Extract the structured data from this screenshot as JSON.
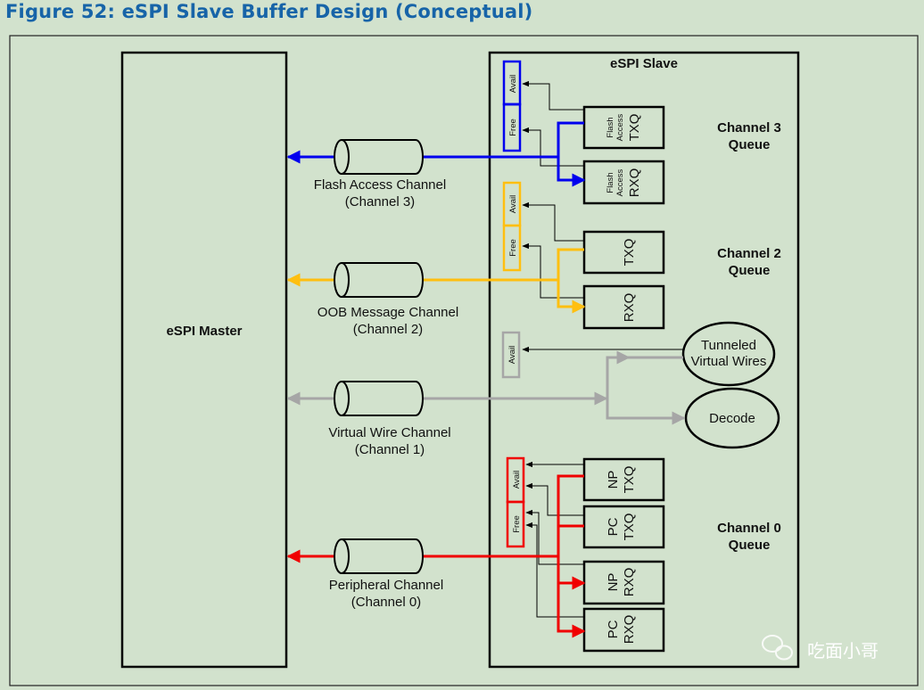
{
  "figure_title": "Figure 52: eSPI Slave Buffer Design (Conceptual)",
  "master_label": "eSPI Master",
  "slave_label": "eSPI Slave",
  "channels": [
    {
      "name": "Flash Access Channel",
      "number": "(Channel 3)",
      "color": "#0000ee"
    },
    {
      "name": "OOB Message Channel",
      "number": "(Channel 2)",
      "color": "#ffbf10"
    },
    {
      "name": "Virtual Wire Channel",
      "number": "(Channel 1)",
      "color": "#a6a6a6"
    },
    {
      "name": "Peripheral Channel",
      "number": "(Channel 0)",
      "color": "#f00000"
    }
  ],
  "queue_labels": {
    "ch3": [
      "Channel 3",
      "Queue"
    ],
    "ch2": [
      "Channel 2",
      "Queue"
    ],
    "ch0": [
      "Channel 0",
      "Queue"
    ]
  },
  "buffer_labels": {
    "avail": "Avail",
    "free": "Free"
  },
  "queues": {
    "flash_txq": [
      "Flash",
      "Access",
      "TXQ"
    ],
    "flash_rxq": [
      "Flash",
      "Access",
      "RXQ"
    ],
    "oob_txq": "TXQ",
    "oob_rxq": "RXQ",
    "np_txq": [
      "NP",
      "TXQ"
    ],
    "pc_txq": [
      "PC",
      "TXQ"
    ],
    "np_rxq": [
      "NP",
      "RXQ"
    ],
    "pc_rxq": [
      "PC",
      "RXQ"
    ]
  },
  "vw": {
    "tunneled": [
      "Tunneled",
      "Virtual Wires"
    ],
    "decode": "Decode"
  },
  "watermark": "吃面小哥"
}
